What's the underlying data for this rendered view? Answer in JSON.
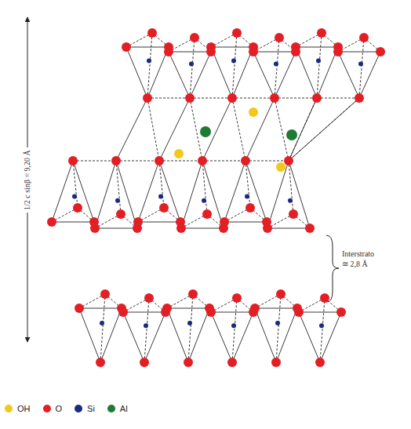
{
  "diagram": {
    "labels": [
      "1/2 c sinβ = 9,20 Å",
      "Interstrato",
      "≅ 2,8 Å"
    ],
    "legend": [
      {
        "text": "OH",
        "color": "#f2c81b"
      },
      {
        "text": "O",
        "color": "#e31e24"
      },
      {
        "text": "Si",
        "color": "#1a2a80"
      },
      {
        "text": "Al",
        "color": "#1e7b34"
      }
    ]
  }
}
